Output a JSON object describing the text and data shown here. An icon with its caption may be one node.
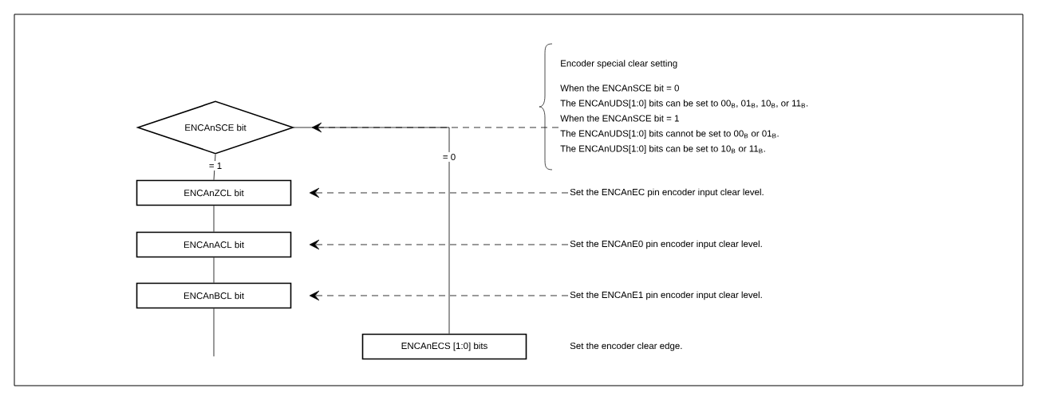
{
  "diagram": {
    "nodes": [
      {
        "text": [
          "ENCAnSCE bit"
        ]
      },
      {
        "text": [
          "ENCAnZCL bit"
        ]
      },
      {
        "text": [
          "ENCAnACL bit"
        ]
      },
      {
        "text": [
          "ENCAnBCL bit"
        ]
      },
      {
        "text": [
          "ENCAnECS [1:0] bits"
        ]
      },
      {
        "text": [
          "Encoder special clear setting",
          "When the ENCAnSCE bit = 0",
          "The ENCAnUDS[1:0] bits can be set to 00$_{B}$, 01$_{B}$, 10$_{B}$, or 11$_{B}$.",
          "When the ENCAnSCE bit = 1",
          "The ENCAnUDS[1:0] bits cannot be set to 00$_{B}$ or 01$_{B}$.",
          "The ENCAnUDS[1:0] bits can be set to 10$_{B}$ or 11$_{B}$."
        ]
      },
      {
        "text": [
          "Set the ENCAnEC pin encoder input clear level."
        ]
      },
      {
        "text": [
          "Set the ENCAnE0 pin encoder input clear level."
        ]
      },
      {
        "text": [
          "Set the ENCAnE1 pin encoder input clear level."
        ]
      }
    ],
    "edges": [
      {
        "from": 0,
        "to": 1,
        "arrow": "none",
        "label": "= 1"
      },
      {
        "from": 0,
        "to": 4,
        "arrow": "none",
        "label": "= 0"
      },
      {
        "from": 1,
        "to": 2,
        "arrow": "none"
      },
      {
        "from": 2,
        "to": 3,
        "arrow": "none"
      },
      {
        "from": 3,
        "to": null,
        "arrow": "none"
      },
      {
        "from": 5,
        "to": 0,
        "arrow": "to",
        "style": "dashed"
      },
      {
        "from": 6,
        "to": 1,
        "arrow": "to",
        "style": "dashed"
      },
      {
        "from": 7,
        "to": 2,
        "arrow": "to",
        "style": "dashed"
      },
      {
        "from": 8,
        "to": 3,
        "arrow": "to",
        "style": "dashed"
      }
    ],
    "labels": [
      "Set the encoder clear edge."
    ]
  }
}
